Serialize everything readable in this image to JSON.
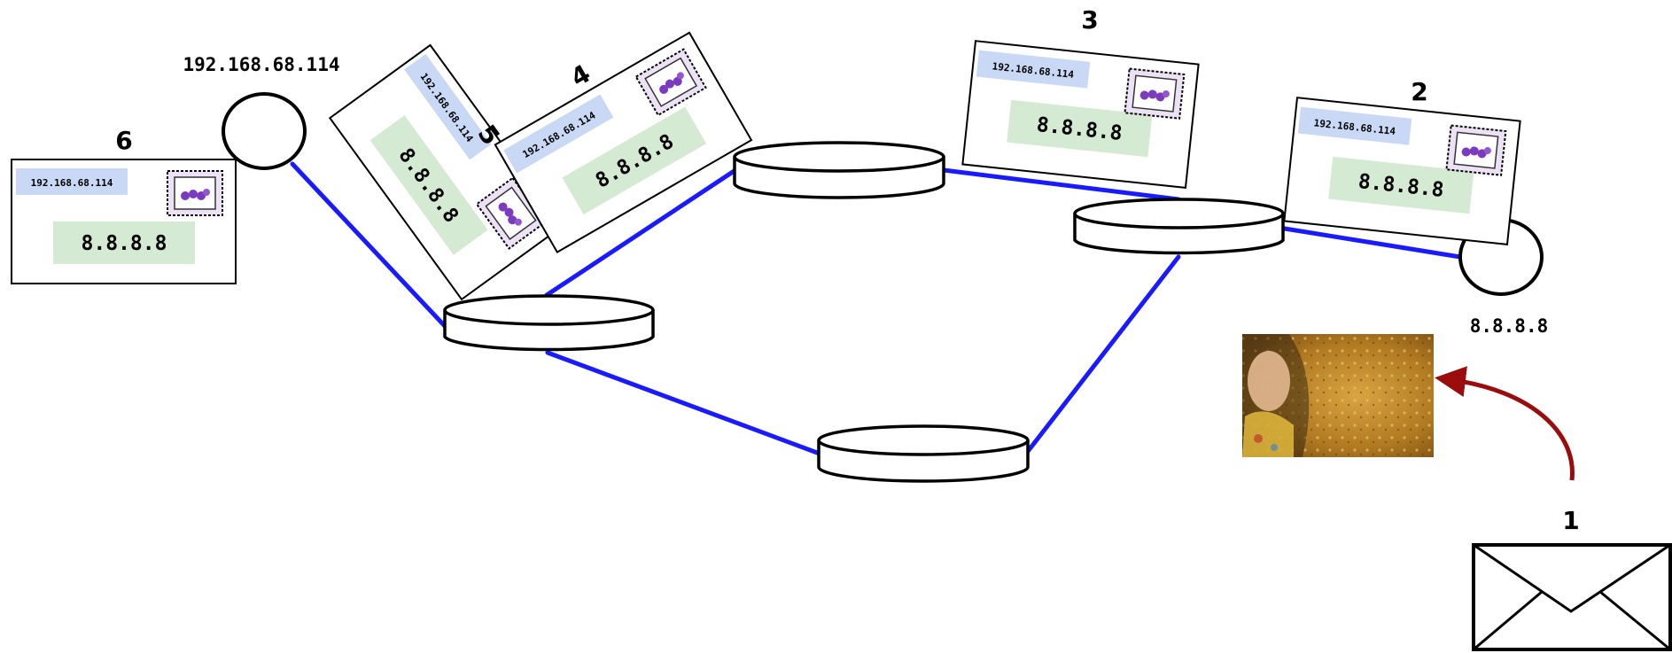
{
  "hosts": {
    "source_ip": "192.168.68.114",
    "destination_ip": "8.8.8.8"
  },
  "steps": [
    "1",
    "2",
    "3",
    "4",
    "5",
    "6"
  ],
  "packets": [
    {
      "step": "2",
      "src": "192.168.68.114",
      "dst": "8.8.8.8"
    },
    {
      "step": "3",
      "src": "192.168.68.114",
      "dst": "8.8.8.8"
    },
    {
      "step": "4",
      "src": "192.168.68.114",
      "dst": "8.8.8.8"
    },
    {
      "step": "5",
      "src": "192.168.68.114",
      "dst": "8.8.8.8"
    },
    {
      "step": "6",
      "src": "192.168.68.114",
      "dst": "8.8.8.8"
    }
  ],
  "colors": {
    "link": "#1a1aff",
    "src_field": "#c9d9f5",
    "dst_field": "#d5ead2",
    "stamp": "#7a3bbf",
    "arrow": "#9b0d0d",
    "painting": "#c8902a"
  }
}
